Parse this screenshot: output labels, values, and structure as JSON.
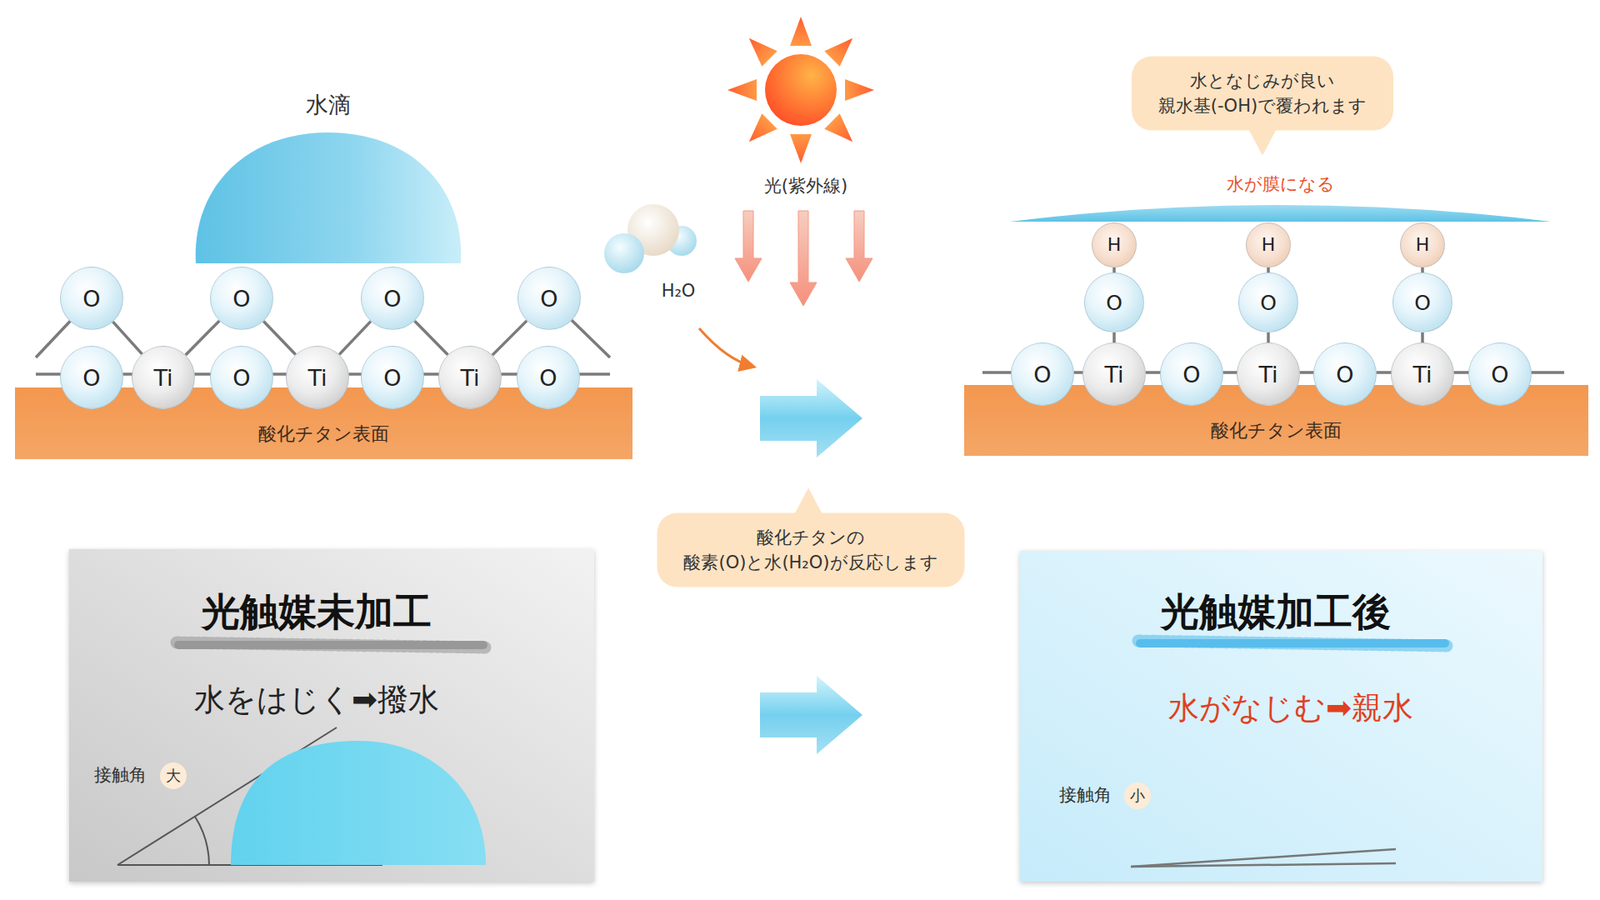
{
  "diagram": {
    "nodes": [
      {
        "text": [
          "水滴"
        ]
      },
      {
        "text": [
          "O"
        ]
      },
      {
        "text": [
          "O"
        ]
      },
      {
        "text": [
          "O"
        ]
      },
      {
        "text": [
          "O"
        ]
      },
      {
        "text": [
          "O"
        ]
      },
      {
        "text": [
          "Ti"
        ]
      },
      {
        "text": [
          "O"
        ]
      },
      {
        "text": [
          "Ti"
        ]
      },
      {
        "text": [
          "O"
        ]
      },
      {
        "text": [
          "Ti"
        ]
      },
      {
        "text": [
          "O"
        ]
      },
      {
        "text": [
          "酸化チタン表面"
        ]
      },
      {
        "text": [
          "水となじみが良い 親水基(-OH)で覆われます"
        ]
      },
      {
        "text": [
          "水が膜になる"
        ]
      },
      {
        "text": [
          "H"
        ]
      },
      {
        "text": [
          "H"
        ]
      },
      {
        "text": [
          "H"
        ]
      },
      {
        "text": [
          "O"
        ]
      },
      {
        "text": [
          "O"
        ]
      },
      {
        "text": [
          "O"
        ]
      },
      {
        "text": [
          "O"
        ]
      },
      {
        "text": [
          "Ti"
        ]
      },
      {
        "text": [
          "O"
        ]
      },
      {
        "text": [
          "Ti"
        ]
      },
      {
        "text": [
          "O"
        ]
      },
      {
        "text": [
          "Ti"
        ]
      },
      {
        "text": [
          "O"
        ]
      },
      {
        "text": [
          "酸化チタン表面"
        ]
      },
      {
        "text": [
          "酸化チタンの 酸素(O)と水(H₂O)が反応します"
        ]
      },
      {
        "text": [
          "光触媒未加工",
          "水をはじく➡撥水",
          "接触角"
        ]
      },
      {
        "text": [
          "大"
        ],
        "in": 30
      },
      {
        "text": [
          "光触媒加工後",
          "水がなじむ➡親水",
          "接触角"
        ]
      },
      {
        "text": [
          "小"
        ],
        "in": 32
      }
    ],
    "edges": [
      {
        "from": 1,
        "to": 6,
        "arrow": "none"
      },
      {
        "from": 6,
        "to": 2,
        "arrow": "none"
      },
      {
        "from": 2,
        "to": 8,
        "arrow": "none"
      },
      {
        "from": 8,
        "to": 3,
        "arrow": "none"
      },
      {
        "from": 3,
        "to": 10,
        "arrow": "none"
      },
      {
        "from": 10,
        "to": 4,
        "arrow": "none"
      },
      {
        "from": 15,
        "to": 18,
        "arrow": "none"
      },
      {
        "from": 16,
        "to": 19,
        "arrow": "none"
      },
      {
        "from": 17,
        "to": 20,
        "arrow": "none"
      },
      {
        "from": 18,
        "to": 22,
        "arrow": "none"
      },
      {
        "from": 19,
        "to": 24,
        "arrow": "none"
      },
      {
        "from": 20,
        "to": 26,
        "arrow": "none"
      }
    ],
    "labels": [
      "光(紫外線)",
      "H₂O"
    ]
  }
}
